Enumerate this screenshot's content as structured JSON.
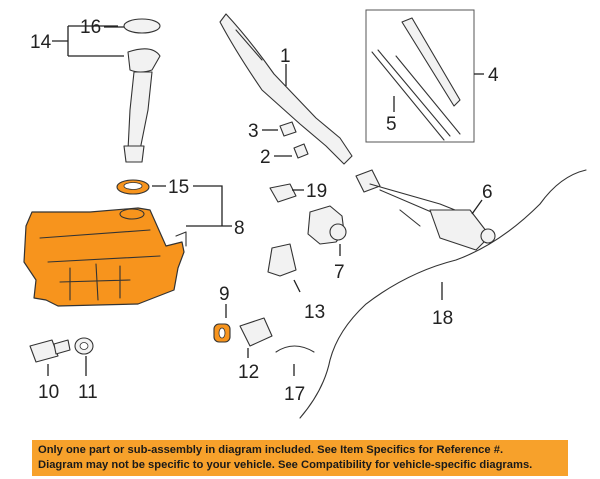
{
  "callouts": {
    "c1": "1",
    "c2": "2",
    "c3": "3",
    "c4": "4",
    "c5": "5",
    "c6": "6",
    "c7": "7",
    "c8": "8",
    "c9": "9",
    "c10": "10",
    "c11": "11",
    "c12": "12",
    "c13": "13",
    "c14": "14",
    "c15": "15",
    "c16": "16",
    "c17": "17",
    "c18": "18",
    "c19": "19"
  },
  "footer": {
    "line1": "Only one part or sub-assembly in diagram included. See Item Specifics for Reference #.",
    "line2": "Diagram may not be specific to your vehicle. See Compatibility for vehicle-specific diagrams."
  },
  "colors": {
    "highlight": "#f7941d",
    "footer_bg": "#f7a12b",
    "line": "#333333"
  }
}
